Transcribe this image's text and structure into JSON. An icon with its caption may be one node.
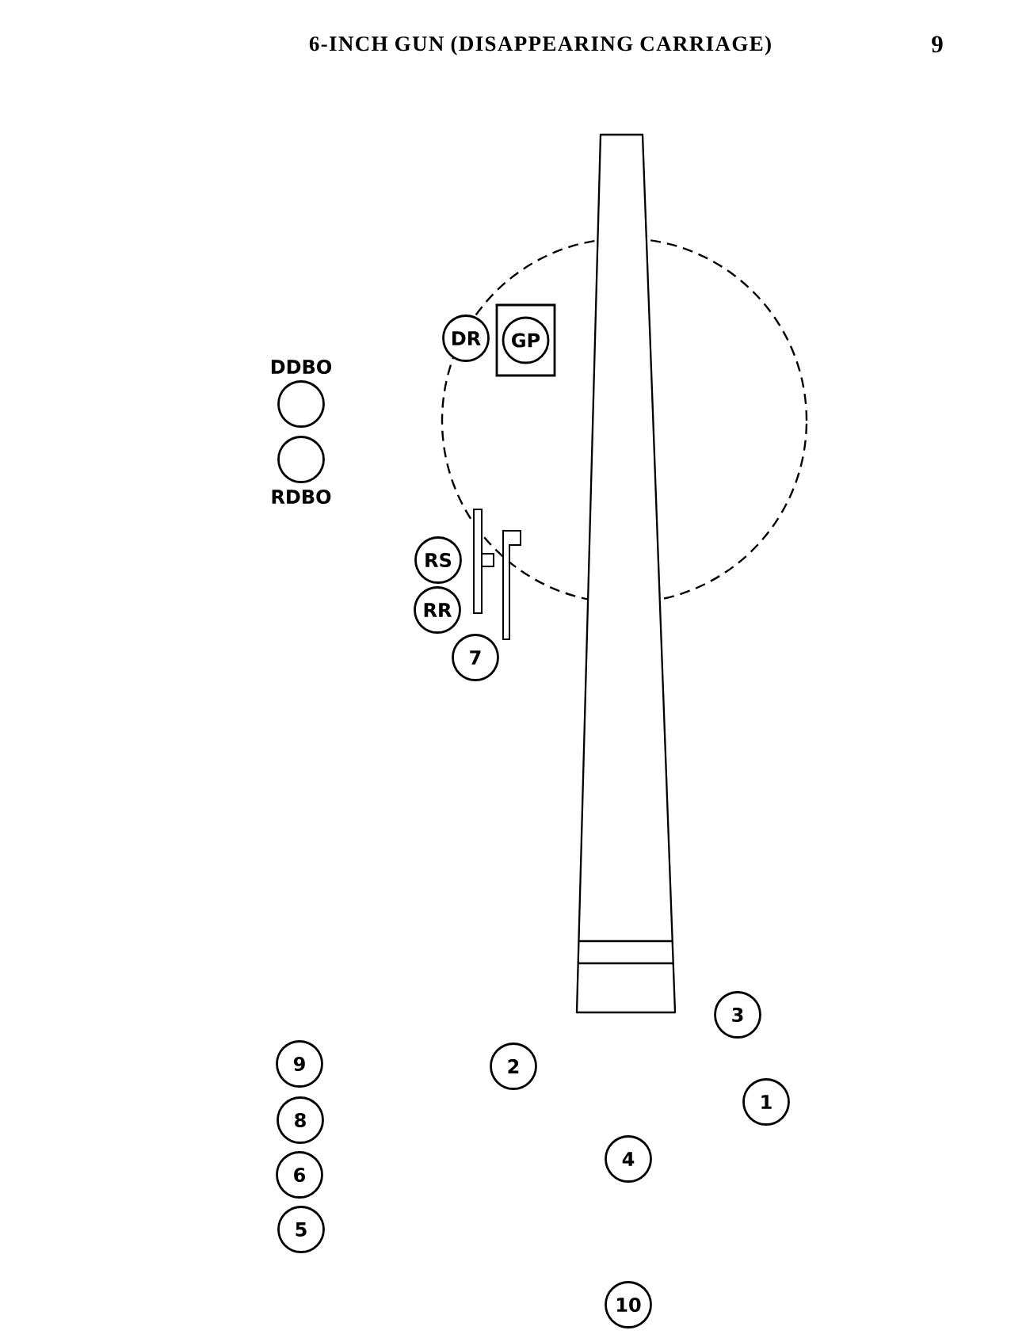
{
  "diagram": {
    "title": "6-INCH GUN (DISAPPEARING CARRIAGE)",
    "nodes": [
      {
        "text": [
          "DR"
        ]
      },
      {
        "text": [],
        "shape": "box"
      },
      {
        "text": [
          "GP"
        ],
        "in": 1
      },
      {
        "text": [
          "DDBO"
        ]
      },
      {
        "text": [
          "RDBO"
        ]
      },
      {
        "text": [
          "RS"
        ]
      },
      {
        "text": [
          "RR"
        ]
      },
      {
        "text": [
          "7"
        ]
      },
      {
        "text": [
          "3"
        ]
      },
      {
        "text": [
          "9"
        ]
      },
      {
        "text": [
          "2"
        ]
      },
      {
        "text": [
          "1"
        ]
      },
      {
        "text": [
          "8"
        ]
      },
      {
        "text": [
          "4"
        ]
      },
      {
        "text": [
          "6"
        ]
      },
      {
        "text": [
          "5"
        ]
      },
      {
        "text": [
          "10"
        ]
      }
    ],
    "labels": [
      "9"
    ]
  }
}
